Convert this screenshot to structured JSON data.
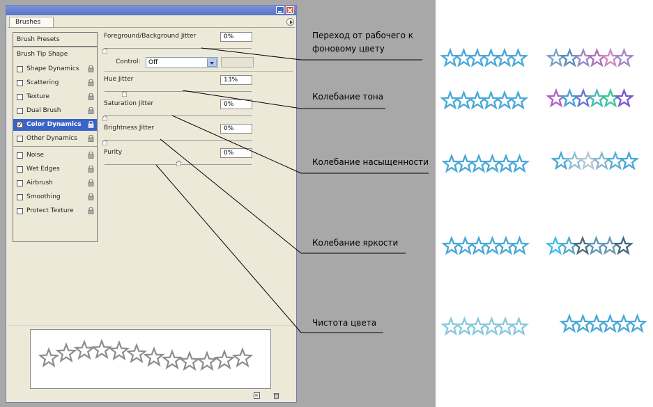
{
  "panel": {
    "tab_label": "Brushes",
    "brush_presets": "Brush Presets",
    "brush_tip_shape": "Brush Tip Shape",
    "items": [
      {
        "label": "Shape Dynamics",
        "checked": false,
        "active": false
      },
      {
        "label": "Scattering",
        "checked": false,
        "active": false
      },
      {
        "label": "Texture",
        "checked": false,
        "active": false
      },
      {
        "label": "Dual Brush",
        "checked": false,
        "active": false
      },
      {
        "label": "Color Dynamics",
        "checked": true,
        "active": true
      },
      {
        "label": "Other Dynamics",
        "checked": false,
        "active": false
      },
      {
        "label": "Noise",
        "checked": false,
        "active": false
      },
      {
        "label": "Wet Edges",
        "checked": false,
        "active": false
      },
      {
        "label": "Airbrush",
        "checked": false,
        "active": false
      },
      {
        "label": "Smoothing",
        "checked": false,
        "active": false
      },
      {
        "label": "Protect Texture",
        "checked": false,
        "active": false
      }
    ],
    "controls": {
      "fg_bg_jitter_label": "Foreground/Background Jitter",
      "fg_bg_jitter_value": "0%",
      "control_label": "Control:",
      "control_value": "Off",
      "hue_jitter_label": "Hue Jitter",
      "hue_jitter_value": "13%",
      "saturation_jitter_label": "Saturation Jitter",
      "saturation_jitter_value": "0%",
      "brightness_jitter_label": "Brightness Jitter",
      "brightness_jitter_value": "0%",
      "purity_label": "Purity",
      "purity_value": "0%"
    }
  },
  "annotations": {
    "fg_bg": "Переход от рабочего к фоновому цвету",
    "hue": "Колебание тона",
    "saturation": "Колебание насыщенности",
    "brightness": "Колебание яркости",
    "purity": "Чистота цвета"
  },
  "colors": {
    "background_gray": "#a8a8a8",
    "panel_bg": "#ece9d8",
    "selection_blue": "#3a63c8",
    "star_blue": "#4aa8d8"
  }
}
